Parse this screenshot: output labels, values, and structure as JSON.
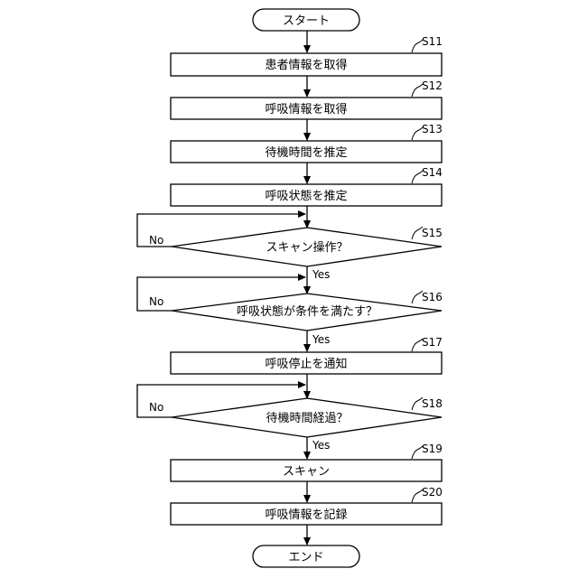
{
  "terminals": {
    "start": "スタート",
    "end": "エンド"
  },
  "steps": [
    {
      "id": "S11",
      "text": "患者情報を取得"
    },
    {
      "id": "S12",
      "text": "呼吸情報を取得"
    },
    {
      "id": "S13",
      "text": "待機時間を推定"
    },
    {
      "id": "S14",
      "text": "呼吸状態を推定"
    },
    {
      "id": "S15",
      "text": "スキャン操作？"
    },
    {
      "id": "S16",
      "text": "呼吸状態が条件を満たす？"
    },
    {
      "id": "S17",
      "text": "呼吸停止を通知"
    },
    {
      "id": "S18",
      "text": "待機時間経過？"
    },
    {
      "id": "S19",
      "text": "スキャン"
    },
    {
      "id": "S20",
      "text": "呼吸情報を記録"
    }
  ],
  "branch_labels": {
    "yes": "Yes",
    "no": "No"
  }
}
